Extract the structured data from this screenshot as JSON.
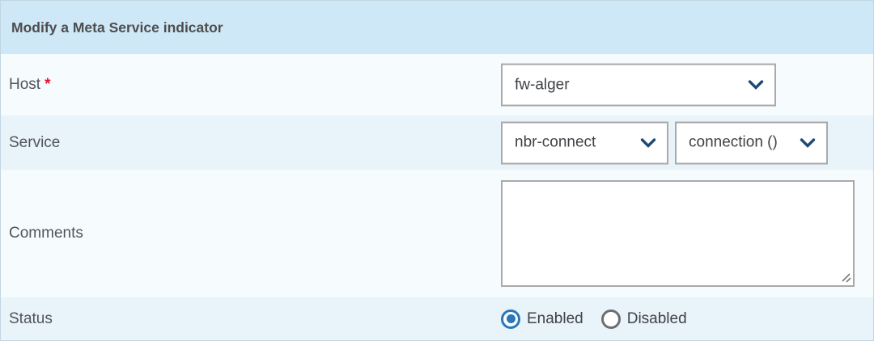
{
  "header": {
    "title": "Modify a Meta Service indicator"
  },
  "fields": {
    "host": {
      "label": "Host",
      "required_marker": "*",
      "value": "fw-alger"
    },
    "service": {
      "label": "Service",
      "service_value": "nbr-connect",
      "metric_value": "connection ()"
    },
    "comments": {
      "label": "Comments",
      "value": ""
    },
    "status": {
      "label": "Status",
      "options": [
        {
          "label": "Enabled",
          "selected": true
        },
        {
          "label": "Disabled",
          "selected": false
        }
      ]
    }
  },
  "icons": {
    "select_chevron": "chevron-down-icon",
    "textarea_resize": "resize-handle-icon"
  },
  "colors": {
    "header_bg": "#cfe8f7",
    "row_light_bg": "#f6fbfe",
    "row_blue_bg": "#e9f3fa",
    "accent_blue": "#2a77bb",
    "chevron_blue": "#1e4976",
    "required_red": "#e8112d",
    "header_text": "#4d4d4d",
    "label_text": "#50555a",
    "border": "#c2d6e2",
    "control_border": "#a9a9a9"
  }
}
